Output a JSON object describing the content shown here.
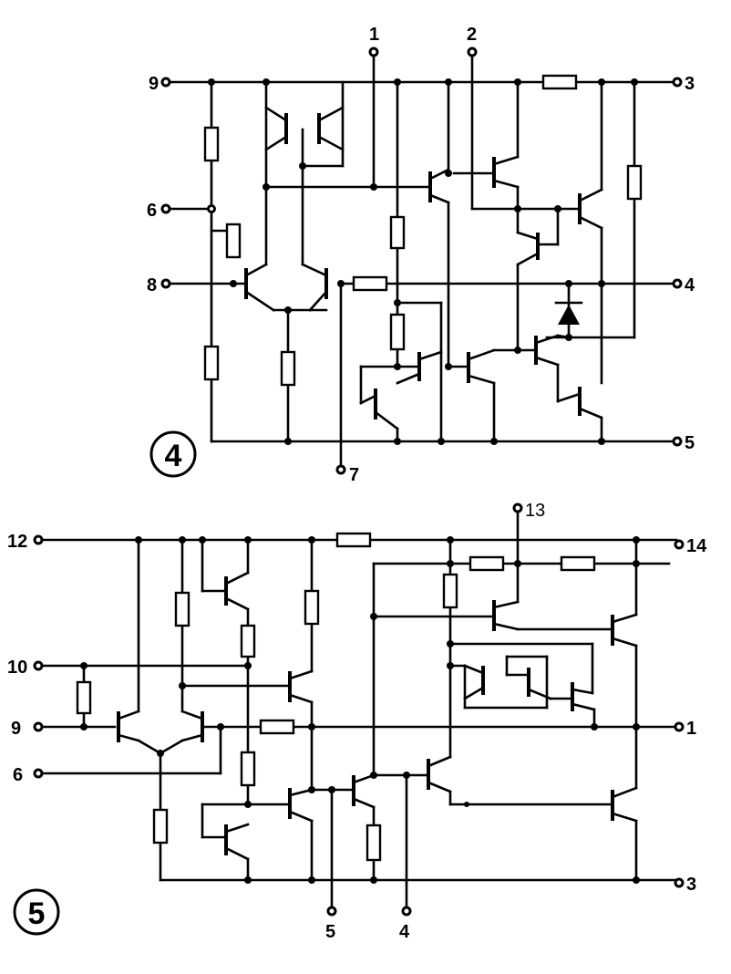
{
  "circuit_4": {
    "badge": "4",
    "pins": [
      "9",
      "1",
      "2",
      "3",
      "6",
      "8",
      "4",
      "5",
      "7"
    ]
  },
  "circuit_5": {
    "badge": "5",
    "pins": [
      "12",
      "13",
      "14",
      "10",
      "9",
      "1",
      "6",
      "3",
      "5",
      "4"
    ]
  }
}
